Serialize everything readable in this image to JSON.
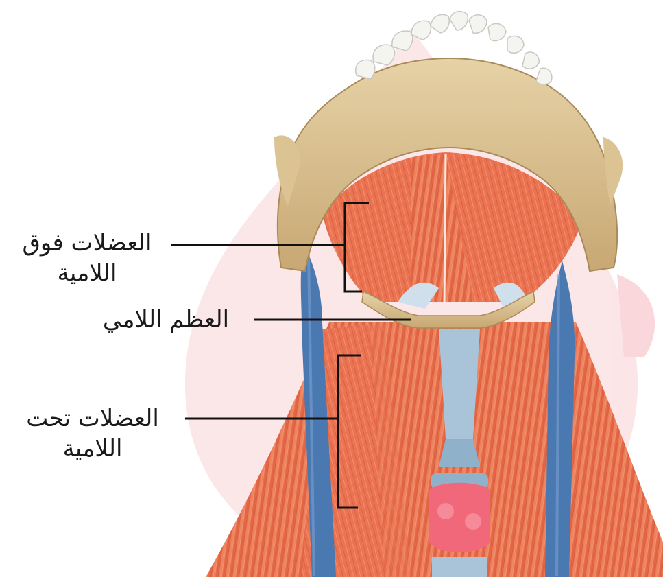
{
  "labels": {
    "suprahyoid": {
      "line1": "العضلات فوق",
      "line2": "اللامية"
    },
    "hyoid_bone": {
      "text": "العظم اللامي"
    },
    "infrahyoid": {
      "line1": "العضلات تحت",
      "line2": "اللامية"
    }
  },
  "colors": {
    "bone": "#d8bf8f",
    "muscle": "#e8704f",
    "vein": "#4a78b0",
    "cartilage": "#a9c4d8",
    "thyroid": "#f0687a",
    "watermark": "#fbe3e5"
  }
}
